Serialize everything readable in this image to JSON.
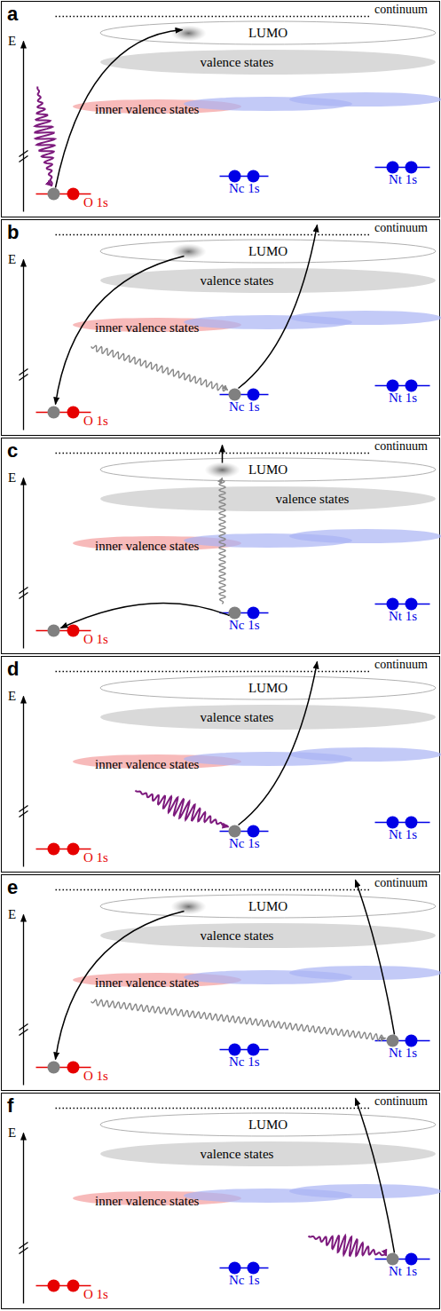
{
  "diagram": {
    "nodes": [
      {
        "text": [
          "a"
        ]
      },
      {
        "text": [
          "LUMO"
        ],
        "in": 0
      },
      {
        "text": [
          "valence states"
        ],
        "in": 0
      },
      {
        "text": [
          "inner valence states"
        ],
        "in": 0
      },
      {
        "text": [
          "b"
        ]
      },
      {
        "text": [
          "LUMO"
        ],
        "in": 4
      },
      {
        "text": [
          "valence states"
        ],
        "in": 4
      },
      {
        "text": [
          "inner valence states"
        ],
        "in": 4
      },
      {
        "text": [
          "c"
        ]
      },
      {
        "text": [
          "LUMO"
        ],
        "in": 8
      },
      {
        "text": [
          "valence states"
        ],
        "in": 8
      },
      {
        "text": [
          "inner valence states"
        ],
        "in": 8
      },
      {
        "text": [
          "d"
        ]
      },
      {
        "text": [
          "LUMO"
        ],
        "in": 12
      },
      {
        "text": [
          "valence states"
        ],
        "in": 12
      },
      {
        "text": [
          "inner valence states"
        ],
        "in": 12
      },
      {
        "text": [
          "e"
        ]
      },
      {
        "text": [
          "LUMO"
        ],
        "in": 16
      },
      {
        "text": [
          "valence states"
        ],
        "in": 16
      },
      {
        "text": [
          "inner valence states"
        ],
        "in": 16
      },
      {
        "text": [
          "f"
        ]
      },
      {
        "text": [
          "LUMO"
        ],
        "in": 20
      },
      {
        "text": [
          "valence states"
        ],
        "in": 20
      },
      {
        "text": [
          "inner valence states"
        ],
        "in": 20
      }
    ],
    "labels": [
      "continuum",
      "E",
      "O 1s",
      "Nc 1s",
      "Nt 1s",
      "continuum",
      "E",
      "O 1s",
      "Nc 1s",
      "Nt 1s",
      "continuum",
      "E",
      "O 1s",
      "Nc 1s",
      "Nt 1s",
      "continuum",
      "E",
      "O 1s",
      "Nc 1s",
      "Nt 1s",
      "continuum",
      "E",
      "O 1s",
      "Nc 1s",
      "Nt 1s",
      "continuum",
      "E",
      "O 1s",
      "Nc 1s",
      "Nt 1s"
    ]
  }
}
